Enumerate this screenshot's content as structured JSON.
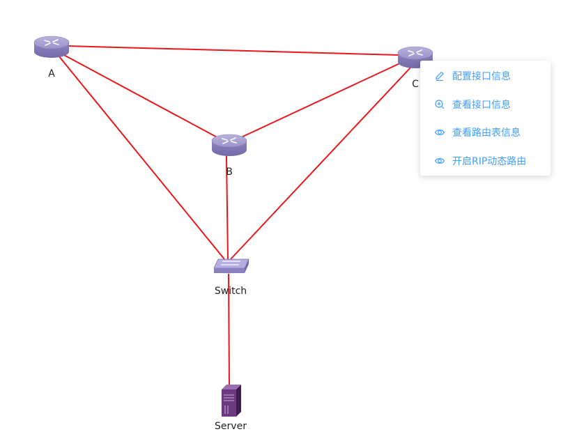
{
  "topology": {
    "nodes": [
      {
        "id": "A",
        "label": "A",
        "type": "router"
      },
      {
        "id": "B",
        "label": "B",
        "type": "router"
      },
      {
        "id": "C",
        "label": "C",
        "type": "router"
      },
      {
        "id": "Switch",
        "label": "Switch",
        "type": "switch"
      },
      {
        "id": "Server",
        "label": "Server",
        "type": "server"
      }
    ],
    "links": [
      [
        "A",
        "C"
      ],
      [
        "A",
        "B"
      ],
      [
        "A",
        "Switch"
      ],
      [
        "B",
        "C"
      ],
      [
        "B",
        "Switch"
      ],
      [
        "C",
        "Switch"
      ],
      [
        "Switch",
        "Server"
      ]
    ],
    "link_color": "#e8171b",
    "router_color": "#9b8fc6",
    "server_color": "#5a2d6e"
  },
  "context_menu": {
    "items": [
      {
        "label": "配置接口信息",
        "icon": "edit-icon"
      },
      {
        "label": "查看接口信息",
        "icon": "zoom-in-icon"
      },
      {
        "label": "查看路由表信息",
        "icon": "eye-icon"
      },
      {
        "label": "开启RIP动态路由",
        "icon": "eye-icon"
      }
    ],
    "accent": "#409eff"
  }
}
